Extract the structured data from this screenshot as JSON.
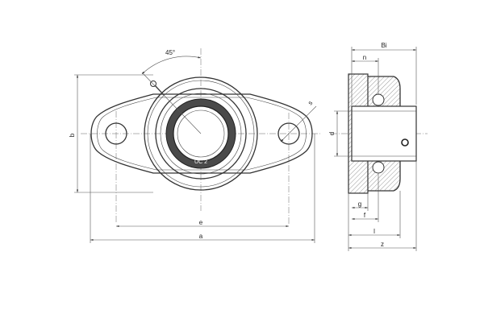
{
  "drawing": {
    "front_view": {
      "angle_label": "45°",
      "dim_b": "b",
      "dim_e": "e",
      "dim_a": "a",
      "dim_s": "s",
      "bore_marking": "UC 2"
    },
    "side_view": {
      "dim_Bi": "Bi",
      "dim_n": "n",
      "dim_d": "d",
      "dim_g": "g",
      "dim_f": "f",
      "dim_l": "l",
      "dim_z": "z"
    }
  }
}
